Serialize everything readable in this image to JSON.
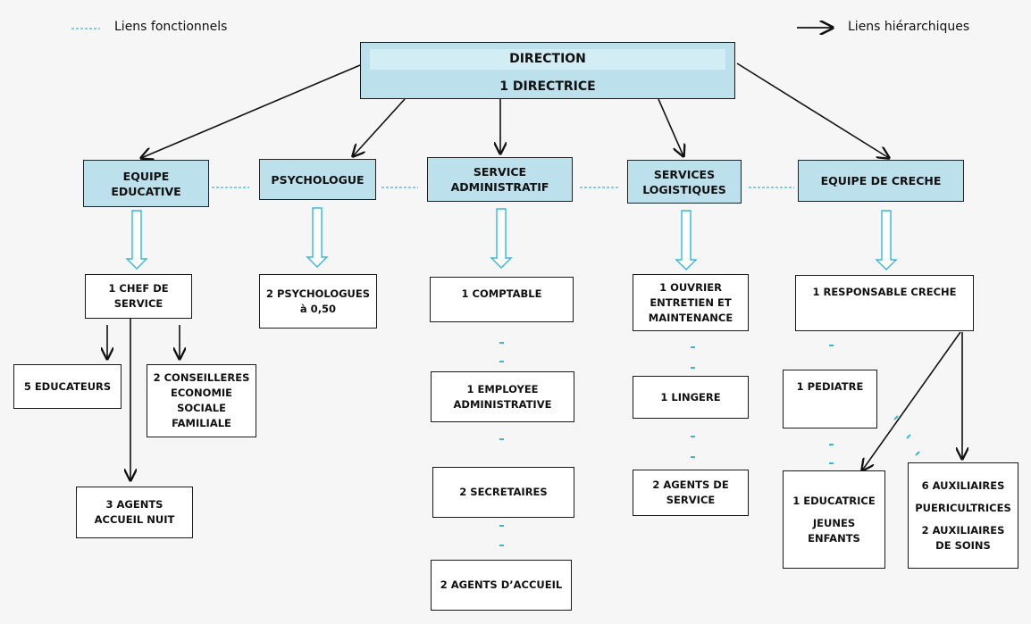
{
  "legend": {
    "functional": "Liens fonctionnels",
    "hierarchical": "Liens hiérarchiques"
  },
  "direction": {
    "title": "DIRECTION",
    "subtitle": "1 DIRECTRICE"
  },
  "departments": {
    "educative": [
      "EQUIPE",
      "EDUCATIVE"
    ],
    "psychologue": [
      "PSYCHOLOGUE"
    ],
    "administratif": [
      "SERVICE",
      "ADMINISTRATIF"
    ],
    "logistiques": [
      "SERVICES",
      "LOGISTIQUES"
    ],
    "creche": [
      "EQUIPE DE CRECHE"
    ]
  },
  "staff": {
    "chef_service": [
      "1 CHEF DE",
      "SERVICE"
    ],
    "educateurs": [
      "5 EDUCATEURS"
    ],
    "conseilleres": [
      "2 CONSEILLERES",
      "ECONOMIE",
      "SOCIALE",
      "FAMILIALE"
    ],
    "agents_nuit": [
      "3 AGENTS",
      "ACCUEIL NUIT"
    ],
    "psychologues": [
      "2 PSYCHOLOGUES",
      "à 0,50"
    ],
    "comptable": [
      "1 COMPTABLE"
    ],
    "employee_admin": [
      "1 EMPLOYEE",
      "ADMINISTRATIVE"
    ],
    "secretaires": [
      "2 SECRETAIRES"
    ],
    "agents_accueil": [
      "2 AGENTS D’ACCUEIL"
    ],
    "ouvrier": [
      "1 OUVRIER",
      "ENTRETIEN ET",
      "MAINTENANCE"
    ],
    "lingere": [
      "1 LINGERE"
    ],
    "agents_service": [
      "2 AGENTS DE",
      "SERVICE"
    ],
    "responsable_creche": [
      "1 RESPONSABLE CRECHE"
    ],
    "pediatre": [
      "1 PEDIATRE"
    ],
    "educatrice": [
      "1 EDUCATRICE",
      "JEUNES",
      "ENFANTS"
    ],
    "auxiliaires": [
      "6 AUXILIAIRES",
      "PUERICULTRICES",
      "2 AUXILIAIRES",
      "DE SOINS"
    ]
  },
  "colors": {
    "box_fill": "#bde1ec",
    "functional_link": "#35b8dd",
    "line": "#111111"
  }
}
